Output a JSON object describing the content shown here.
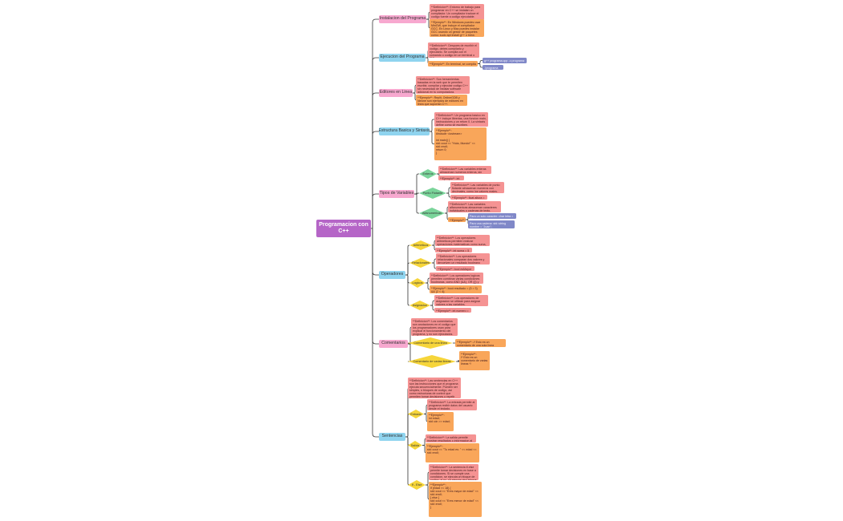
{
  "root": "Programacion con C++",
  "topics": {
    "instalacion": {
      "label": "Instalacion del Programa",
      "notes": [
        "**Definicion**: Entorno de trabajo para programar en C++ se instalan un compilador. Un compilador traduce el codigo fuente a codigo ejecutable.",
        "**Ejemplo**: En Windows puedes usar MinGW, que incluye el compilador GCC. En Linux y Mac puedes instalar GCC usando un gestor de paquetes como: sudo apt install g++ o brew."
      ]
    },
    "ejecucion": {
      "label": "Ejecucion del Programa",
      "notes": [
        "**Definicion**: Despues de escribir el codigo, debes compilarlo y ejecutarlo. Se compila con el comando o codigo en un terminal o IDE.",
        "**Ejemplo**: En terminal, se compila y ejecuta con:"
      ],
      "commands": [
        "g++ programa.cpp -o programa",
        "./programa"
      ]
    },
    "editores": {
      "label": "Editores en Linea",
      "notes": [
        "**Definicion**: Son herramientas basadas en la web que te permiten escribir, compilar y ejecutar codigo C++ sin necesidad de instalar software adicional en tu computadora.",
        "**Ejemplo**: Replit, OnlineGDB y Ideone son ejemplos de editores en linea que soportan C++."
      ]
    },
    "estructura": {
      "label": "Estructura Basica y Sintaxis",
      "notes": [
        "**Definicion**: Un programa basico en C++ incluye librerias, una funcion main, instrucciones y un return 0. La sintaxis define como se escriben.",
        "**Ejemplo**:\n#include <iostream>\n\nint main() {\n  std::cout << \"Hola, Mundo!\" << std::endl;\n  return 0;\n}"
      ]
    },
    "tipos": {
      "label": "Tipos de Variables",
      "enteros": {
        "label": "Enteros",
        "notes": [
          "**Definicion**: Las variables enteras almacenan numeros enteros, sin decimales.",
          "**Ejemplo**: int numero = 5;"
        ]
      },
      "flotante": {
        "label": "Punto Flotante",
        "notes": [
          "**Definicion**: Las variables de punto flotante almacenan numeros con decimales, como los valores reales.",
          "**Ejemplo**: float altura = 1.75;"
        ]
      },
      "alfanumericas": {
        "label": "Alfanumericas",
        "notes": [
          "**Definicion**: Las variables alfanumericas almacenan caracteres individuales o cadenas de texto.",
          "**Ejemplo**:"
        ],
        "examples": [
          "Para un solo caracter: char letra = 'A';",
          "Para una cadena: std::string nombre = \"Juan\";"
        ]
      }
    },
    "operadores": {
      "label": "Operadores",
      "aritmeticos": {
        "label": "Aritmeticos",
        "notes": [
          "**Definicion**: Los operadores aritmeticos permiten realizar operaciones matematicas como suma, resta, multiplicacion y division.",
          "**Ejemplo**: int suma = 5 + 3;"
        ]
      },
      "relacionales": {
        "label": "Relacionales",
        "notes": [
          "**Definicion**: Los operadores relacionales comparan dos valores y devuelven un resultado booleano (verdadero o falso).",
          "**Ejemplo**: bool esMayor = (5 > 3);"
        ]
      },
      "logicos": {
        "label": "Logicos",
        "notes": [
          "**Definicion**: Los operadores logicos permiten combinar varias condiciones booleanas, como AND (&&), OR (||) y NOT (!).",
          "**Ejemplo**: bool resultado = (5 > 3) && (2 < 4);"
        ]
      },
      "asignacion": {
        "label": "Asignacion",
        "notes": [
          "**Definicion**: Los operadores de asignacion se utilizan para asignar valores a las variables.",
          "**Ejemplo**: int numero = 10;"
        ]
      }
    },
    "comentarios": {
      "label": "Comentarios",
      "definition": "**Definicion**: Los comentarios son anotaciones en el codigo que los programadores usan para explicar el funcionamiento del programa, y no son ejecutados.",
      "una_linea": {
        "label": "Comentario de una linea",
        "note": "**Ejemplo**: // Esto es un comentario de una sola linea"
      },
      "varias_lineas": {
        "label": "Comentario de varias lineas",
        "note": "**Ejemplo**:\n/* Esto es un comentario de varias lineas */"
      }
    },
    "sentencias": {
      "label": "Sentencias",
      "definition": "**Definicion**: Las sentencias en C++ son las instrucciones que el programa ejecuta secuencialmente. Pueden ser simples, o bloques de codigo, así como estructuras de control que permiten tomar decisiones o repetir acciones, como condicionales (if-else).",
      "entrada": {
        "label": "Entrada",
        "notes": [
          "**Definicion**: La entrada permite al programa recibir datos del usuario desde el teclado.",
          "**Ejemplo**:\nint edad;\nstd::cin >> edad;"
        ]
      },
      "salida": {
        "label": "Salida",
        "notes": [
          "**Definicion**: La salida permite mostrar resultados o informacion al usuario.",
          "**Ejemplo**:\nstd::cout << \"Tu edad es: \" << edad << std::endl;"
        ]
      },
      "ifelse": {
        "label": "If - Else",
        "notes": [
          "**Definicion**: La sentencia if-else permite tomar decisiones en base a condiciones. Si se cumple una condicion, se ejecuta un bloque de codigo, si no, se ejecuta otro bloque diferente.",
          "**Ejemplo**:\nif (edad >= 18) {\n  std::cout << \"Eres mayor de edad\" << std::endl;\n} else {\n  std::cout << \"Eres menor de edad\" << std::endl;\n}"
        ]
      }
    }
  },
  "colors": {
    "root": "#b565c7",
    "topic_pink": "#f7a8cf",
    "topic_blue": "#8fd4ef",
    "note_red": "#f59393",
    "note_orange": "#f9a65a",
    "note_purple": "#8088c8",
    "diamond_yellow": "#f6d53a",
    "diamond_green": "#7ad49a",
    "connector": "#333333"
  }
}
